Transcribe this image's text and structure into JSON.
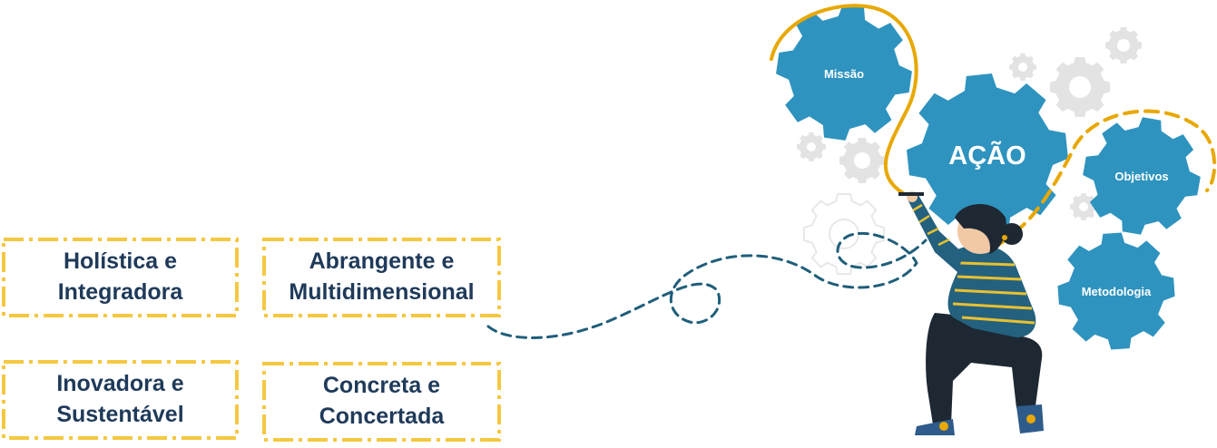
{
  "cards": [
    {
      "line1": "Holística e",
      "line2": "Integradora"
    },
    {
      "line1": "Abrangente e",
      "line2": "Multidimensional"
    },
    {
      "line1": "Inovadora e",
      "line2": "Sustentável"
    },
    {
      "line1": "Concreta e",
      "line2": "Concertada"
    }
  ],
  "gears": {
    "center": "AÇÃO",
    "missao": "Missão",
    "objetivos": "Objetivos",
    "metodologia": "Metodologia"
  },
  "colors": {
    "gear_blue": "#2e93bf",
    "frame_yellow": "#f5c842",
    "text_navy": "#1f3a5a",
    "path_yellow": "#e8a800",
    "dashed_line": "#1f5e7a",
    "light_gear": "#e5e5e5"
  }
}
